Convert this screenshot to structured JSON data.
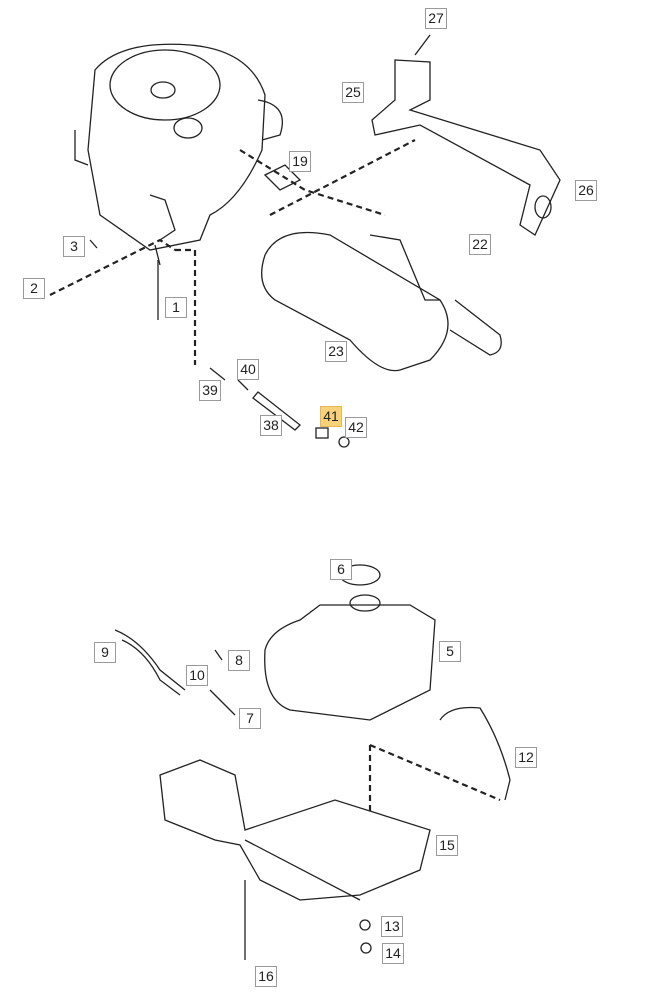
{
  "diagram": {
    "highlight_color": "#f7d27a",
    "highlighted_part": "41",
    "callouts": [
      "27",
      "25",
      "19",
      "26",
      "22",
      "3",
      "2",
      "1",
      "23",
      "40",
      "39",
      "38",
      "41",
      "42",
      "6",
      "8",
      "9",
      "5",
      "10",
      "7",
      "12",
      "15",
      "13",
      "14",
      "16"
    ]
  }
}
